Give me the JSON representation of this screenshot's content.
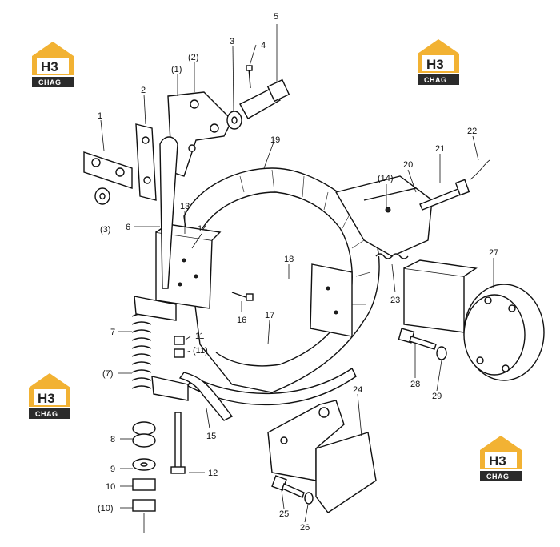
{
  "logos": [
    {
      "mark": "H3",
      "wordmark": "CHAG"
    },
    {
      "mark": "H3",
      "wordmark": "CHAG"
    },
    {
      "mark": "H3",
      "wordmark": "CHAG"
    },
    {
      "mark": "H3",
      "wordmark": "CHAG"
    }
  ],
  "brand_colors": {
    "orange": "#f2b233",
    "dark": "#2b2b2b"
  },
  "callouts": {
    "c1": "1",
    "c1p": "(1)",
    "c2": "2",
    "c2p": "(2)",
    "c3": "3",
    "c3p": "(3)",
    "c4": "4",
    "c5": "5",
    "c6": "6",
    "c7": "7",
    "c7p": "(7)",
    "c8": "8",
    "c9": "9",
    "c10": "10",
    "c10p": "(10)",
    "c11": "11",
    "c11p": "(11)",
    "c12": "12",
    "c13": "13",
    "c14": "14",
    "c14p": "(14)",
    "c15": "15",
    "c16": "16",
    "c17": "17",
    "c18": "18",
    "c19": "19",
    "c20": "20",
    "c21": "21",
    "c22": "22",
    "c23": "23",
    "c24": "24",
    "c25": "25",
    "c26": "26",
    "c27": "27",
    "c28": "28",
    "c29": "29"
  }
}
